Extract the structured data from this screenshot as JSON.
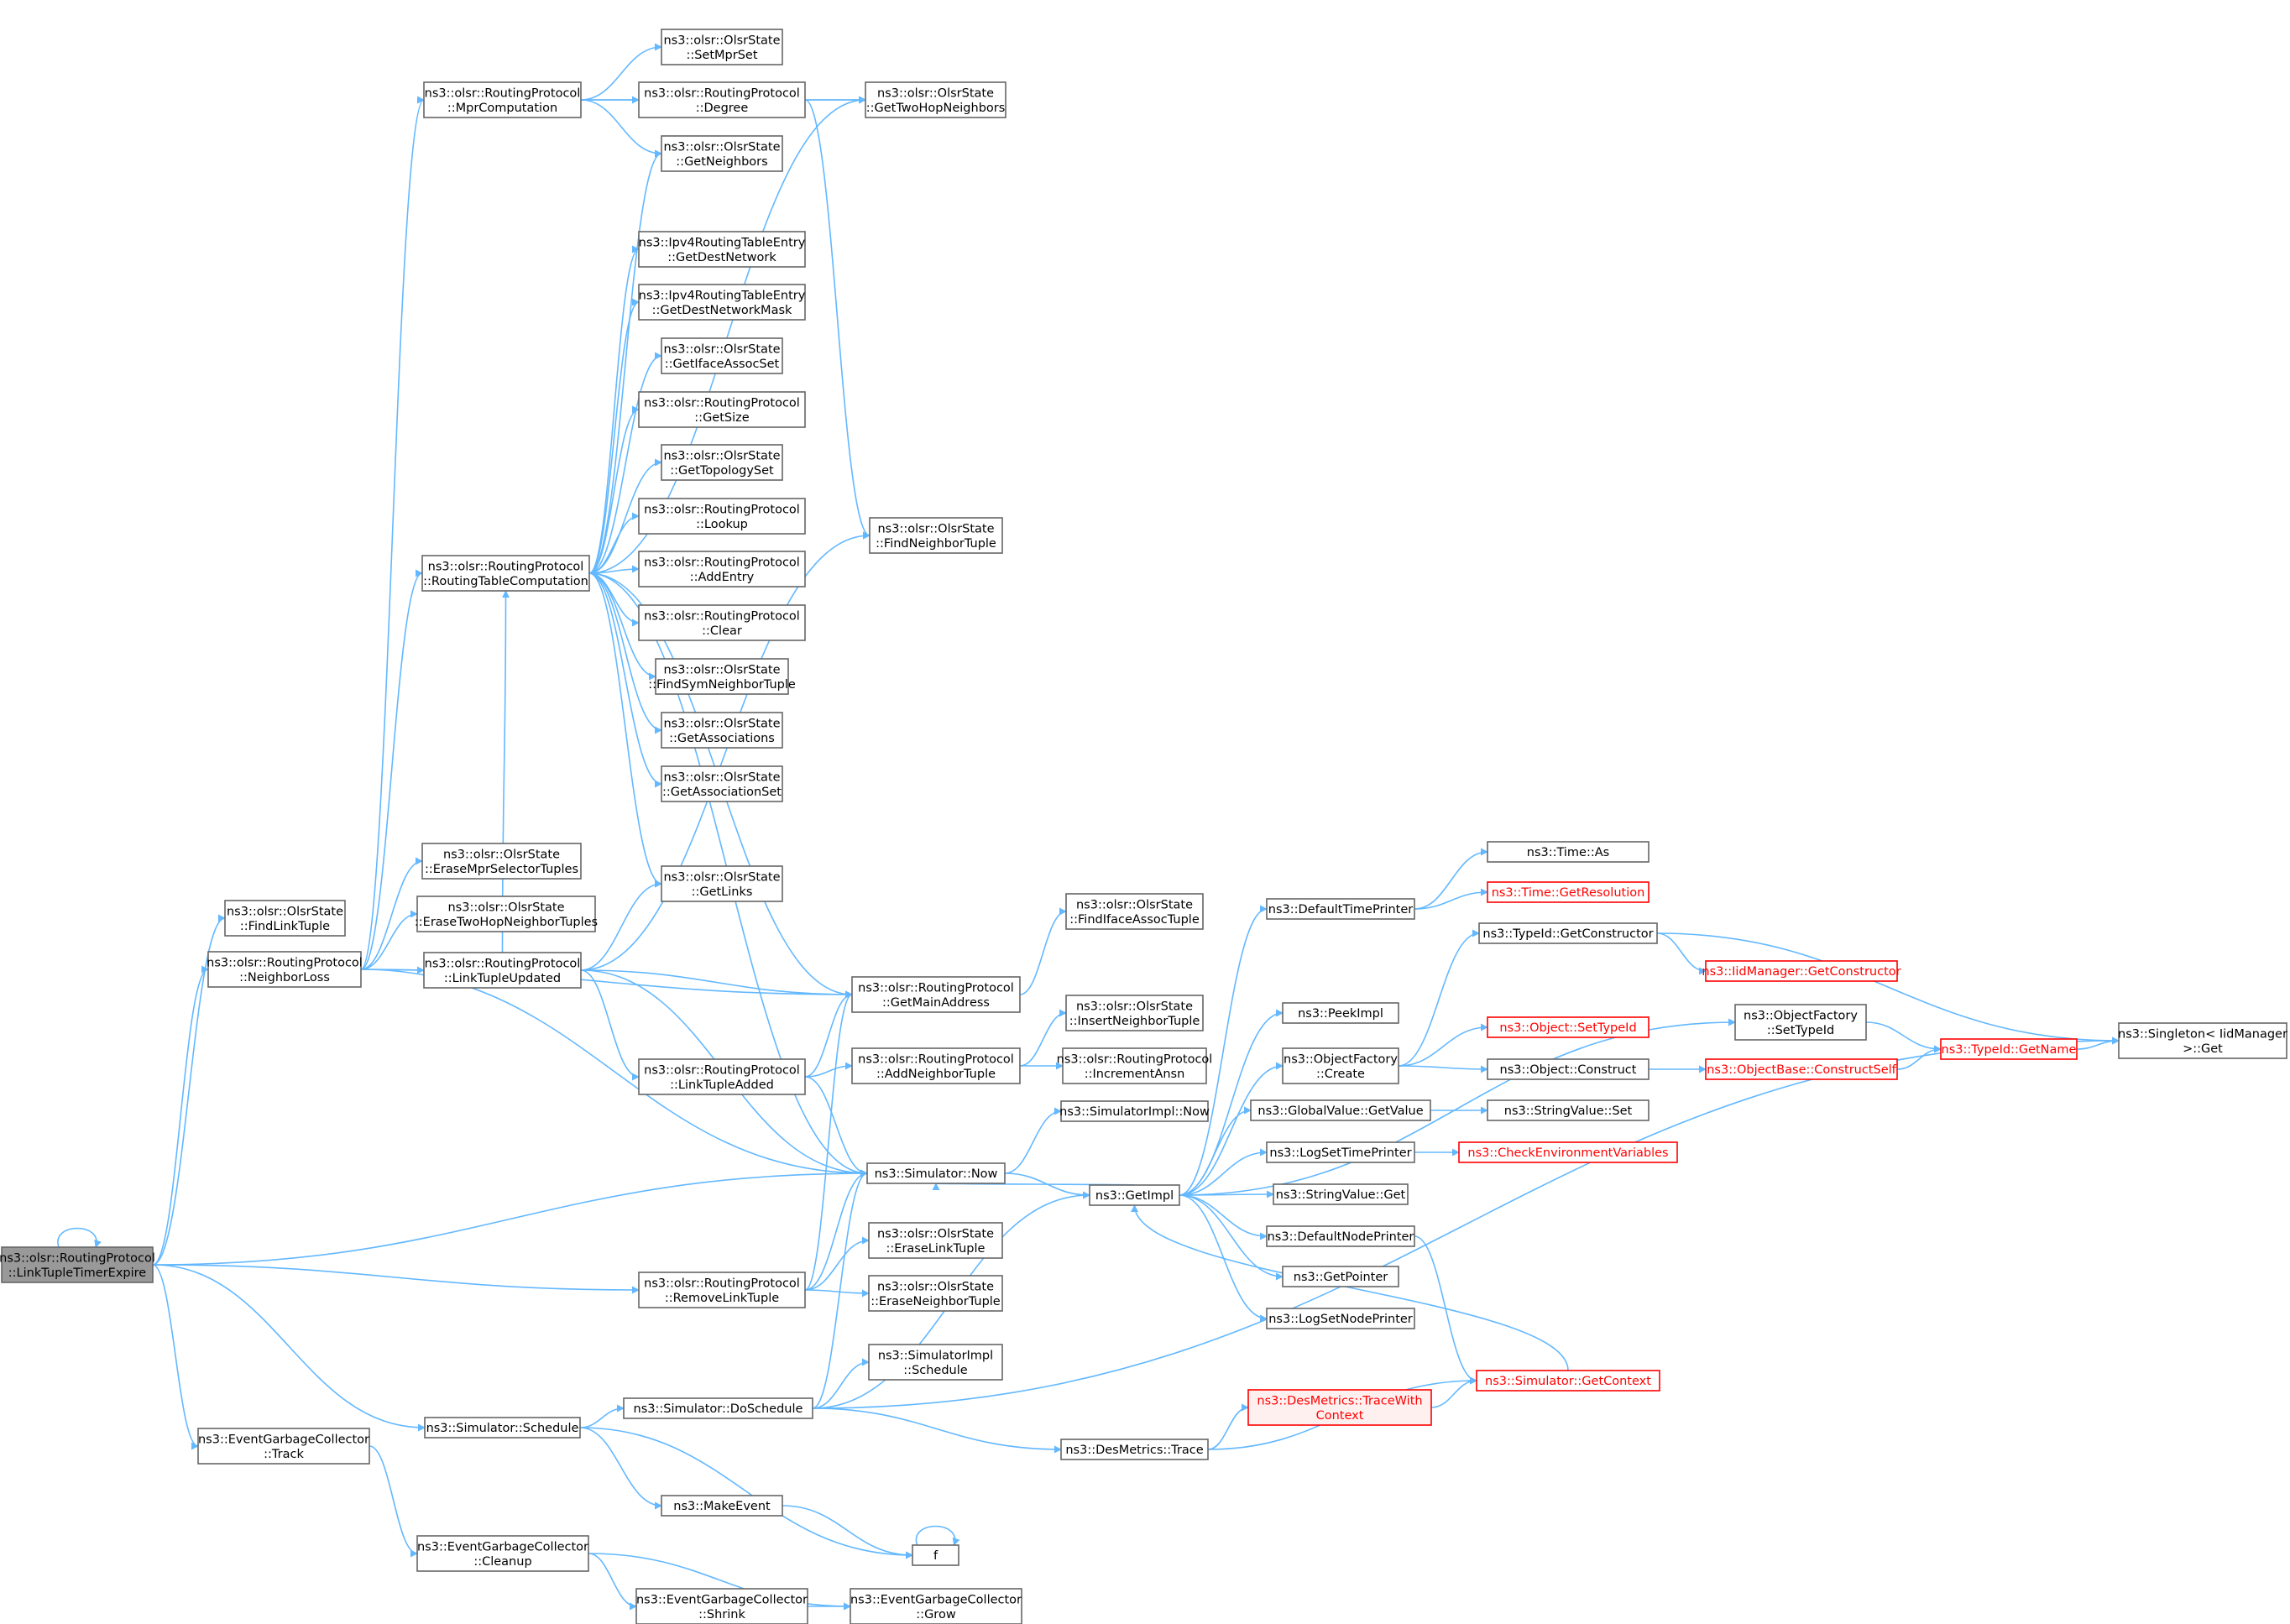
{
  "colors": {
    "edge": "#63b8ff",
    "node_fill": "#ffffff",
    "node_border": "#666666",
    "root_fill": "#999999",
    "red_border": "#ff0000",
    "red_fill": "#fff0f0",
    "red_text": "#ff0000"
  },
  "nodes": [
    {
      "id": "root",
      "lines": [
        "ns3::olsr::RoutingProtocol",
        "::LinkTupleTimerExpire"
      ],
      "style": "root"
    },
    {
      "id": "findLinkTuple",
      "lines": [
        "ns3::olsr::OlsrState",
        "::FindLinkTuple"
      ]
    },
    {
      "id": "neighborLoss",
      "lines": [
        "ns3::olsr::RoutingProtocol",
        "::NeighborLoss"
      ]
    },
    {
      "id": "egcTrack",
      "lines": [
        "ns3::EventGarbageCollector",
        "::Track"
      ]
    },
    {
      "id": "mprComp",
      "lines": [
        "ns3::olsr::RoutingProtocol",
        "::MprComputation"
      ]
    },
    {
      "id": "rtComp",
      "lines": [
        "ns3::olsr::RoutingProtocol",
        "::RoutingTableComputation"
      ]
    },
    {
      "id": "eraseMprSel",
      "lines": [
        "ns3::olsr::OlsrState",
        "::EraseMprSelectorTuples"
      ]
    },
    {
      "id": "eraseTwoHop",
      "lines": [
        "ns3::olsr::OlsrState",
        "::EraseTwoHopNeighborTuples"
      ]
    },
    {
      "id": "linkTupleUpdated",
      "lines": [
        "ns3::olsr::RoutingProtocol",
        "::LinkTupleUpdated"
      ]
    },
    {
      "id": "simSchedule",
      "lines": [
        "ns3::Simulator::Schedule"
      ]
    },
    {
      "id": "egcCleanup",
      "lines": [
        "ns3::EventGarbageCollector",
        "::Cleanup"
      ]
    },
    {
      "id": "setMprSet",
      "lines": [
        "ns3::olsr::OlsrState",
        "::SetMprSet"
      ]
    },
    {
      "id": "degree",
      "lines": [
        "ns3::olsr::RoutingProtocol",
        "::Degree"
      ]
    },
    {
      "id": "getNeighbors",
      "lines": [
        "ns3::olsr::OlsrState",
        "::GetNeighbors"
      ]
    },
    {
      "id": "getDestNetwork",
      "lines": [
        "ns3::Ipv4RoutingTableEntry",
        "::GetDestNetwork"
      ]
    },
    {
      "id": "getDestNetworkMask",
      "lines": [
        "ns3::Ipv4RoutingTableEntry",
        "::GetDestNetworkMask"
      ]
    },
    {
      "id": "getIfaceAssocSet",
      "lines": [
        "ns3::olsr::OlsrState",
        "::GetIfaceAssocSet"
      ]
    },
    {
      "id": "getSize",
      "lines": [
        "ns3::olsr::RoutingProtocol",
        "::GetSize"
      ]
    },
    {
      "id": "getTopologySet",
      "lines": [
        "ns3::olsr::OlsrState",
        "::GetTopologySet"
      ]
    },
    {
      "id": "lookup",
      "lines": [
        "ns3::olsr::RoutingProtocol",
        "::Lookup"
      ]
    },
    {
      "id": "addEntry",
      "lines": [
        "ns3::olsr::RoutingProtocol",
        "::AddEntry"
      ]
    },
    {
      "id": "clear",
      "lines": [
        "ns3::olsr::RoutingProtocol",
        "::Clear"
      ]
    },
    {
      "id": "findSymNeighbor",
      "lines": [
        "ns3::olsr::OlsrState",
        "::FindSymNeighborTuple"
      ]
    },
    {
      "id": "getAssociations",
      "lines": [
        "ns3::olsr::OlsrState",
        "::GetAssociations"
      ]
    },
    {
      "id": "getAssociationSet",
      "lines": [
        "ns3::olsr::OlsrState",
        "::GetAssociationSet"
      ]
    },
    {
      "id": "getLinks",
      "lines": [
        "ns3::olsr::OlsrState",
        "::GetLinks"
      ]
    },
    {
      "id": "linkTupleAdded",
      "lines": [
        "ns3::olsr::RoutingProtocol",
        "::LinkTupleAdded"
      ]
    },
    {
      "id": "removeLinkTuple",
      "lines": [
        "ns3::olsr::RoutingProtocol",
        "::RemoveLinkTuple"
      ]
    },
    {
      "id": "doSchedule",
      "lines": [
        "ns3::Simulator::DoSchedule"
      ]
    },
    {
      "id": "makeEvent",
      "lines": [
        "ns3::MakeEvent"
      ]
    },
    {
      "id": "egcShrink",
      "lines": [
        "ns3::EventGarbageCollector",
        "::Shrink"
      ]
    },
    {
      "id": "getTwoHop",
      "lines": [
        "ns3::olsr::OlsrState",
        "::GetTwoHopNeighbors"
      ]
    },
    {
      "id": "findNeighborTuple",
      "lines": [
        "ns3::olsr::OlsrState",
        "::FindNeighborTuple"
      ]
    },
    {
      "id": "getMainAddress",
      "lines": [
        "ns3::olsr::RoutingProtocol",
        "::GetMainAddress"
      ]
    },
    {
      "id": "addNeighborTuple",
      "lines": [
        "ns3::olsr::RoutingProtocol",
        "::AddNeighborTuple"
      ]
    },
    {
      "id": "simNow",
      "lines": [
        "ns3::Simulator::Now"
      ]
    },
    {
      "id": "eraseLinkTuple",
      "lines": [
        "ns3::olsr::OlsrState",
        "::EraseLinkTuple"
      ]
    },
    {
      "id": "eraseNeighborTuple",
      "lines": [
        "ns3::olsr::OlsrState",
        "::EraseNeighborTuple"
      ]
    },
    {
      "id": "simImplSchedule",
      "lines": [
        "ns3::SimulatorImpl",
        "::Schedule"
      ]
    },
    {
      "id": "f",
      "lines": [
        "f"
      ]
    },
    {
      "id": "egcGrow",
      "lines": [
        "ns3::EventGarbageCollector",
        "::Grow"
      ]
    },
    {
      "id": "findIfaceAssoc",
      "lines": [
        "ns3::olsr::OlsrState",
        "::FindIfaceAssocTuple"
      ]
    },
    {
      "id": "insertNeighborTuple",
      "lines": [
        "ns3::olsr::OlsrState",
        "::InsertNeighborTuple"
      ]
    },
    {
      "id": "incrementAnsn",
      "lines": [
        "ns3::olsr::RoutingProtocol",
        "::IncrementAnsn"
      ]
    },
    {
      "id": "simImplNow",
      "lines": [
        "ns3::SimulatorImpl::Now"
      ]
    },
    {
      "id": "getImpl",
      "lines": [
        "ns3::GetImpl"
      ]
    },
    {
      "id": "desTrace",
      "lines": [
        "ns3::DesMetrics::Trace"
      ]
    },
    {
      "id": "defaultTimePrinter",
      "lines": [
        "ns3::DefaultTimePrinter"
      ]
    },
    {
      "id": "peekImpl",
      "lines": [
        "ns3::PeekImpl"
      ]
    },
    {
      "id": "objFactoryCreate",
      "lines": [
        "ns3::ObjectFactory",
        "::Create"
      ]
    },
    {
      "id": "globalValueGet",
      "lines": [
        "ns3::GlobalValue::GetValue"
      ]
    },
    {
      "id": "logSetTimePrinter",
      "lines": [
        "ns3::LogSetTimePrinter"
      ]
    },
    {
      "id": "stringValueGet",
      "lines": [
        "ns3::StringValue::Get"
      ]
    },
    {
      "id": "defaultNodePrinter",
      "lines": [
        "ns3::DefaultNodePrinter"
      ]
    },
    {
      "id": "getPointer",
      "lines": [
        "ns3::GetPointer"
      ]
    },
    {
      "id": "logSetNodePrinter",
      "lines": [
        "ns3::LogSetNodePrinter"
      ]
    },
    {
      "id": "desTraceWith",
      "lines": [
        "ns3::DesMetrics::TraceWith",
        "Context"
      ],
      "style": "red"
    },
    {
      "id": "simGetContext",
      "lines": [
        "ns3::Simulator::GetContext"
      ],
      "style": "redline"
    },
    {
      "id": "timeAs",
      "lines": [
        "ns3::Time::As"
      ]
    },
    {
      "id": "timeGetRes",
      "lines": [
        "ns3::Time::GetResolution"
      ],
      "style": "redline"
    },
    {
      "id": "typeIdGetCons",
      "lines": [
        "ns3::TypeId::GetConstructor"
      ]
    },
    {
      "id": "iidMgrGetCons",
      "lines": [
        "ns3::IidManager::GetConstructor"
      ],
      "style": "redline"
    },
    {
      "id": "objFactorySetTypeId",
      "lines": [
        "ns3::ObjectFactory",
        "::SetTypeId"
      ]
    },
    {
      "id": "objSetTypeId",
      "lines": [
        "ns3::Object::SetTypeId"
      ],
      "style": "redline"
    },
    {
      "id": "objConstruct",
      "lines": [
        "ns3::Object::Construct"
      ]
    },
    {
      "id": "stringValueSet",
      "lines": [
        "ns3::StringValue::Set"
      ]
    },
    {
      "id": "checkEnv",
      "lines": [
        "ns3::CheckEnvironmentVariables"
      ],
      "style": "redline"
    },
    {
      "id": "objBaseConstructSelf",
      "lines": [
        "ns3::ObjectBase::ConstructSelf"
      ],
      "style": "redline"
    },
    {
      "id": "typeIdGetName",
      "lines": [
        "ns3::TypeId::GetName"
      ],
      "style": "redline"
    },
    {
      "id": "singletonGet",
      "lines": [
        "ns3::Singleton< IidManager",
        ">::Get"
      ]
    }
  ]
}
